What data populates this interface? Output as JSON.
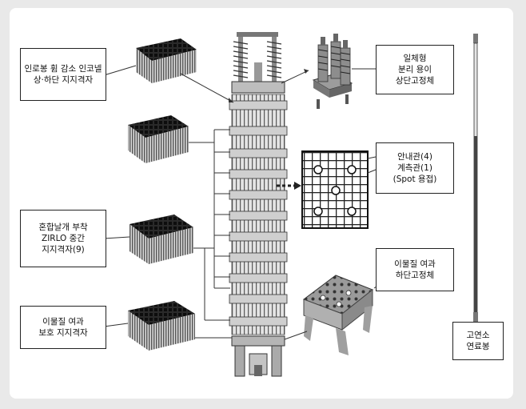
{
  "labels": {
    "box1": [
      "인로봉 휨 감소 인코넬",
      "상·하단 지지격자"
    ],
    "box2": [
      "혼합날개 부착",
      "ZIRLO 중간",
      "지지격자(9)"
    ],
    "box3": [
      "이물질 여과",
      "보호 지지격자"
    ],
    "box4": [
      "일체형",
      "분리 용이",
      "상단고정체"
    ],
    "box5": [
      "안내관(4)",
      "계측관(1)",
      "(Spot 용접)"
    ],
    "box6": [
      "이물질 여과",
      "하단고정체"
    ],
    "box7": [
      "고연소",
      "연료봉"
    ]
  },
  "colors": {
    "background": "#e9e9e9",
    "panel": "#ffffff",
    "line": "#333333",
    "grid_dark": "#1f1f1f",
    "grid_mid": "#6f6f6f",
    "metal": "#8a8a8a"
  }
}
